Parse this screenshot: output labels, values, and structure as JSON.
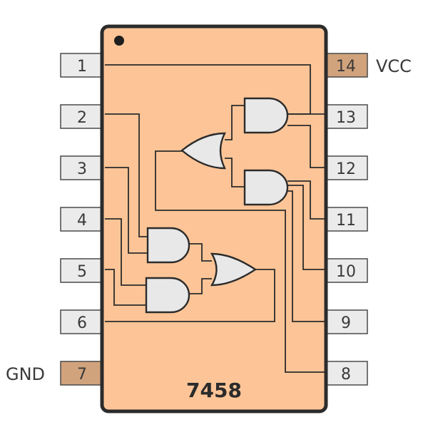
{
  "chip": {
    "part_number": "7458",
    "body_color": "#fdc597",
    "outline_color": "#2b2b2b"
  },
  "pins": {
    "left": [
      {
        "number": "1"
      },
      {
        "number": "2"
      },
      {
        "number": "3"
      },
      {
        "number": "4"
      },
      {
        "number": "5"
      },
      {
        "number": "6"
      },
      {
        "number": "7",
        "label": "GND",
        "highlight": true
      }
    ],
    "right": [
      {
        "number": "14",
        "label": "VCC",
        "highlight": true
      },
      {
        "number": "13"
      },
      {
        "number": "12"
      },
      {
        "number": "11"
      },
      {
        "number": "10"
      },
      {
        "number": "9"
      },
      {
        "number": "8"
      }
    ]
  },
  "gates": [
    {
      "type": "and"
    },
    {
      "type": "and"
    },
    {
      "type": "or"
    },
    {
      "type": "and"
    },
    {
      "type": "and"
    },
    {
      "type": "or"
    }
  ],
  "colors": {
    "pin_fill": "#ebebeb",
    "power_pin_fill": "#d1a37c",
    "gate_fill": "#e8e8e8"
  }
}
